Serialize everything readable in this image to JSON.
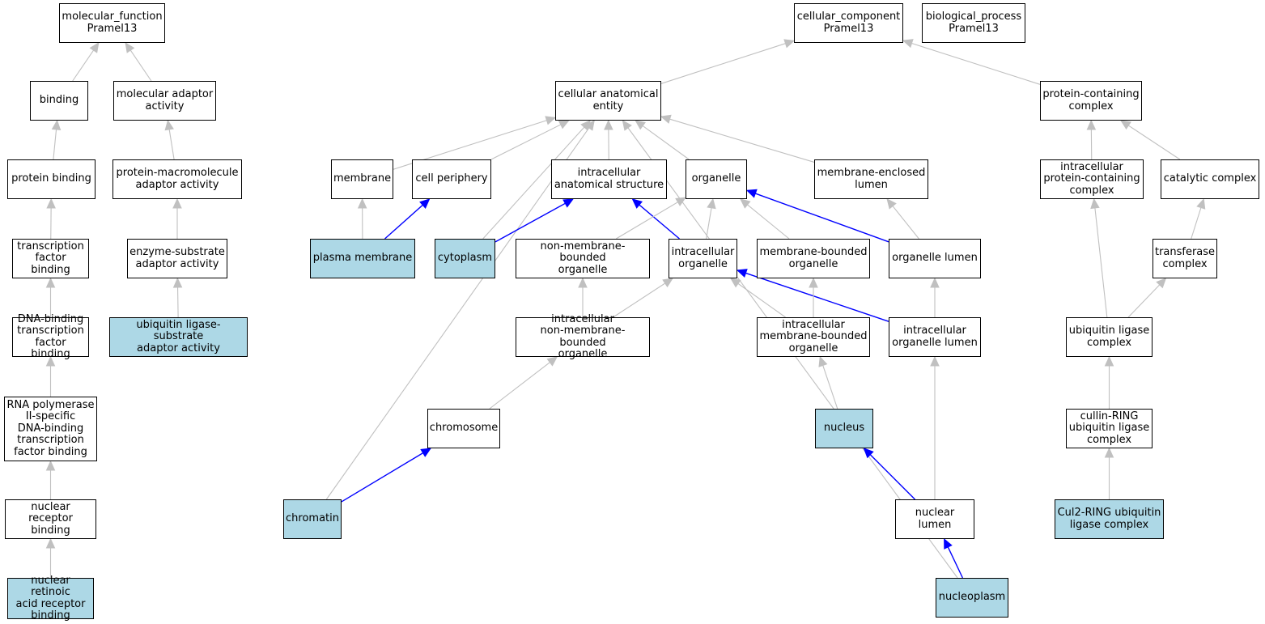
{
  "colors": {
    "annotated_fill": "#add8e6",
    "default_fill": "#ffffff",
    "is_a_edge": "#c0c0c0",
    "part_of_edge": "#0000ff",
    "border": "#000000"
  },
  "nodes": {
    "mf_root": {
      "label": "molecular_function\nPramel13",
      "annotated": false
    },
    "binding": {
      "label": "binding",
      "annotated": false
    },
    "mol_adaptor": {
      "label": "molecular adaptor\nactivity",
      "annotated": false
    },
    "protein_binding": {
      "label": "protein binding",
      "annotated": false
    },
    "prot_macro_adaptor": {
      "label": "protein-macromolecule\nadaptor activity",
      "annotated": false
    },
    "tf_binding": {
      "label": "transcription\nfactor binding",
      "annotated": false
    },
    "enz_sub_adaptor": {
      "label": "enzyme-substrate\nadaptor activity",
      "annotated": false
    },
    "dna_tf_binding": {
      "label": "DNA-binding\ntranscription\nfactor binding",
      "annotated": false
    },
    "ubq_lig_sub_adaptor": {
      "label": "ubiquitin ligase-substrate\nadaptor activity",
      "annotated": true
    },
    "rnap2_tf_binding": {
      "label": "RNA polymerase\nII-specific\nDNA-binding\ntranscription\nfactor binding",
      "annotated": false
    },
    "nuc_receptor_binding": {
      "label": "nuclear receptor\nbinding",
      "annotated": false
    },
    "nuc_retinoic_binding": {
      "label": "nuclear retinoic\nacid receptor\nbinding",
      "annotated": true
    },
    "cc_root": {
      "label": "cellular_component\nPramel13",
      "annotated": false
    },
    "bp_root": {
      "label": "biological_process\nPramel13",
      "annotated": false
    },
    "cell_anat_entity": {
      "label": "cellular anatomical\nentity",
      "annotated": false
    },
    "membrane": {
      "label": "membrane",
      "annotated": false
    },
    "cell_periphery": {
      "label": "cell periphery",
      "annotated": false
    },
    "intracell_anat_struct": {
      "label": "intracellular\nanatomical structure",
      "annotated": false
    },
    "organelle": {
      "label": "organelle",
      "annotated": false
    },
    "mem_encl_lumen": {
      "label": "membrane-enclosed\nlumen",
      "annotated": false
    },
    "plasma_membrane": {
      "label": "plasma membrane",
      "annotated": true
    },
    "cytoplasm": {
      "label": "cytoplasm",
      "annotated": true
    },
    "non_mem_organelle": {
      "label": "non-membrane-bounded\norganelle",
      "annotated": false
    },
    "intracell_organelle": {
      "label": "intracellular\norganelle",
      "annotated": false
    },
    "mem_bound_organelle": {
      "label": "membrane-bounded\norganelle",
      "annotated": false
    },
    "organelle_lumen": {
      "label": "organelle lumen",
      "annotated": false
    },
    "intracell_non_mem_org": {
      "label": "intracellular\nnon-membrane-bounded\norganelle",
      "annotated": false
    },
    "intracell_mem_org": {
      "label": "intracellular\nmembrane-bounded\norganelle",
      "annotated": false
    },
    "intracell_org_lumen": {
      "label": "intracellular\norganelle lumen",
      "annotated": false
    },
    "chromosome": {
      "label": "chromosome",
      "annotated": false
    },
    "nucleus": {
      "label": "nucleus",
      "annotated": true
    },
    "chromatin": {
      "label": "chromatin",
      "annotated": true
    },
    "nuclear_lumen": {
      "label": "nuclear lumen",
      "annotated": false
    },
    "nucleoplasm": {
      "label": "nucleoplasm",
      "annotated": true
    },
    "prot_complex": {
      "label": "protein-containing\ncomplex",
      "annotated": false
    },
    "intracell_prot_complex": {
      "label": "intracellular\nprotein-containing\ncomplex",
      "annotated": false
    },
    "catalytic_complex": {
      "label": "catalytic complex",
      "annotated": false
    },
    "transferase_complex": {
      "label": "transferase\ncomplex",
      "annotated": false
    },
    "ubq_ligase_complex": {
      "label": "ubiquitin ligase\ncomplex",
      "annotated": false
    },
    "cullin_ring_complex": {
      "label": "cullin-RING\nubiquitin ligase\ncomplex",
      "annotated": false
    },
    "cul2_ring_complex": {
      "label": "Cul2-RING ubiquitin\nligase complex",
      "annotated": true
    }
  },
  "edges": [
    {
      "from": "binding",
      "to": "mf_root",
      "type": "is_a"
    },
    {
      "from": "mol_adaptor",
      "to": "mf_root",
      "type": "is_a"
    },
    {
      "from": "protein_binding",
      "to": "binding",
      "type": "is_a"
    },
    {
      "from": "prot_macro_adaptor",
      "to": "mol_adaptor",
      "type": "is_a"
    },
    {
      "from": "tf_binding",
      "to": "protein_binding",
      "type": "is_a"
    },
    {
      "from": "enz_sub_adaptor",
      "to": "prot_macro_adaptor",
      "type": "is_a"
    },
    {
      "from": "dna_tf_binding",
      "to": "tf_binding",
      "type": "is_a"
    },
    {
      "from": "ubq_lig_sub_adaptor",
      "to": "enz_sub_adaptor",
      "type": "is_a"
    },
    {
      "from": "rnap2_tf_binding",
      "to": "dna_tf_binding",
      "type": "is_a"
    },
    {
      "from": "nuc_receptor_binding",
      "to": "rnap2_tf_binding",
      "type": "is_a"
    },
    {
      "from": "nuc_retinoic_binding",
      "to": "nuc_receptor_binding",
      "type": "is_a"
    },
    {
      "from": "cell_anat_entity",
      "to": "cc_root",
      "type": "is_a"
    },
    {
      "from": "prot_complex",
      "to": "cc_root",
      "type": "is_a"
    },
    {
      "from": "membrane",
      "to": "cell_anat_entity",
      "type": "is_a"
    },
    {
      "from": "cell_periphery",
      "to": "cell_anat_entity",
      "type": "is_a"
    },
    {
      "from": "intracell_anat_struct",
      "to": "cell_anat_entity",
      "type": "is_a"
    },
    {
      "from": "organelle",
      "to": "cell_anat_entity",
      "type": "is_a"
    },
    {
      "from": "mem_encl_lumen",
      "to": "cell_anat_entity",
      "type": "is_a"
    },
    {
      "from": "cytoplasm",
      "to": "cell_anat_entity",
      "type": "is_a"
    },
    {
      "from": "chromatin",
      "to": "cell_anat_entity",
      "type": "is_a"
    },
    {
      "from": "nucleoplasm",
      "to": "cell_anat_entity",
      "type": "is_a"
    },
    {
      "from": "plasma_membrane",
      "to": "membrane",
      "type": "is_a"
    },
    {
      "from": "plasma_membrane",
      "to": "cell_periphery",
      "type": "part_of"
    },
    {
      "from": "cytoplasm",
      "to": "intracell_anat_struct",
      "type": "part_of"
    },
    {
      "from": "intracell_organelle",
      "to": "intracell_anat_struct",
      "type": "part_of"
    },
    {
      "from": "non_mem_organelle",
      "to": "organelle",
      "type": "is_a"
    },
    {
      "from": "intracell_organelle",
      "to": "organelle",
      "type": "is_a"
    },
    {
      "from": "mem_bound_organelle",
      "to": "organelle",
      "type": "is_a"
    },
    {
      "from": "organelle_lumen",
      "to": "organelle",
      "type": "part_of"
    },
    {
      "from": "organelle_lumen",
      "to": "mem_encl_lumen",
      "type": "is_a"
    },
    {
      "from": "intracell_non_mem_org",
      "to": "non_mem_organelle",
      "type": "is_a"
    },
    {
      "from": "intracell_non_mem_org",
      "to": "intracell_organelle",
      "type": "is_a"
    },
    {
      "from": "intracell_mem_org",
      "to": "intracell_organelle",
      "type": "is_a"
    },
    {
      "from": "intracell_org_lumen",
      "to": "intracell_organelle",
      "type": "part_of"
    },
    {
      "from": "intracell_mem_org",
      "to": "mem_bound_organelle",
      "type": "is_a"
    },
    {
      "from": "intracell_org_lumen",
      "to": "organelle_lumen",
      "type": "is_a"
    },
    {
      "from": "chromosome",
      "to": "intracell_non_mem_org",
      "type": "is_a"
    },
    {
      "from": "nucleus",
      "to": "intracell_mem_org",
      "type": "is_a"
    },
    {
      "from": "nuclear_lumen",
      "to": "intracell_org_lumen",
      "type": "is_a"
    },
    {
      "from": "chromatin",
      "to": "chromosome",
      "type": "part_of"
    },
    {
      "from": "nuclear_lumen",
      "to": "nucleus",
      "type": "part_of"
    },
    {
      "from": "nucleoplasm",
      "to": "nuclear_lumen",
      "type": "part_of"
    },
    {
      "from": "intracell_prot_complex",
      "to": "prot_complex",
      "type": "is_a"
    },
    {
      "from": "catalytic_complex",
      "to": "prot_complex",
      "type": "is_a"
    },
    {
      "from": "transferase_complex",
      "to": "catalytic_complex",
      "type": "is_a"
    },
    {
      "from": "ubq_ligase_complex",
      "to": "intracell_prot_complex",
      "type": "is_a"
    },
    {
      "from": "ubq_ligase_complex",
      "to": "transferase_complex",
      "type": "is_a"
    },
    {
      "from": "cullin_ring_complex",
      "to": "ubq_ligase_complex",
      "type": "is_a"
    },
    {
      "from": "cul2_ring_complex",
      "to": "cullin_ring_complex",
      "type": "is_a"
    }
  ]
}
